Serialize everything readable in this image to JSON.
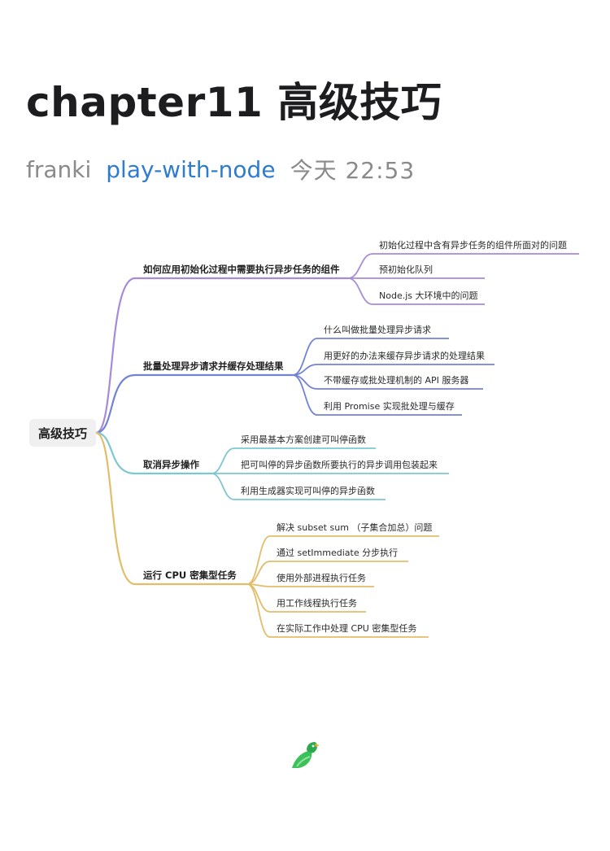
{
  "page": {
    "title": "chapter11 高级技巧",
    "author": "franki",
    "series": "play-with-node",
    "time": "今天 22:53"
  },
  "mindmap": {
    "root": "高级技巧",
    "branches": [
      {
        "label": "如何应用初始化过程中需要执行异步任务的组件",
        "color": "#a58bd8",
        "children": [
          "初始化过程中含有异步任务的组件所面对的问题",
          "预初始化队列",
          "Node.js 大环境中的问题"
        ]
      },
      {
        "label": "批量处理异步请求并缓存处理结果",
        "color": "#7283d4",
        "children": [
          "什么叫做批量处理异步请求",
          "用更好的办法来缓存异步请求的处理结果",
          "不带缓存或批处理机制的 API 服务器",
          "利用 Promise 实现批处理与缓存"
        ]
      },
      {
        "label": "取消异步操作",
        "color": "#7ec7cf",
        "children": [
          "采用最基本方案创建可叫停函数",
          "把可叫停的异步函数所要执行的异步调用包装起来",
          "利用生成器实现可叫停的异步函数"
        ]
      },
      {
        "label": "运行 CPU 密集型任务",
        "color": "#e2bd6a",
        "children": [
          "解决 subset sum （子集合加总）问题",
          "通过 setImmediate 分步执行",
          "使用外部进程执行任务",
          "用工作线程执行任务",
          "在实际工作中处理 CPU 密集型任务"
        ]
      }
    ]
  },
  "logo": {
    "icon": "bird-logo-icon",
    "color": "#3cc05a"
  }
}
